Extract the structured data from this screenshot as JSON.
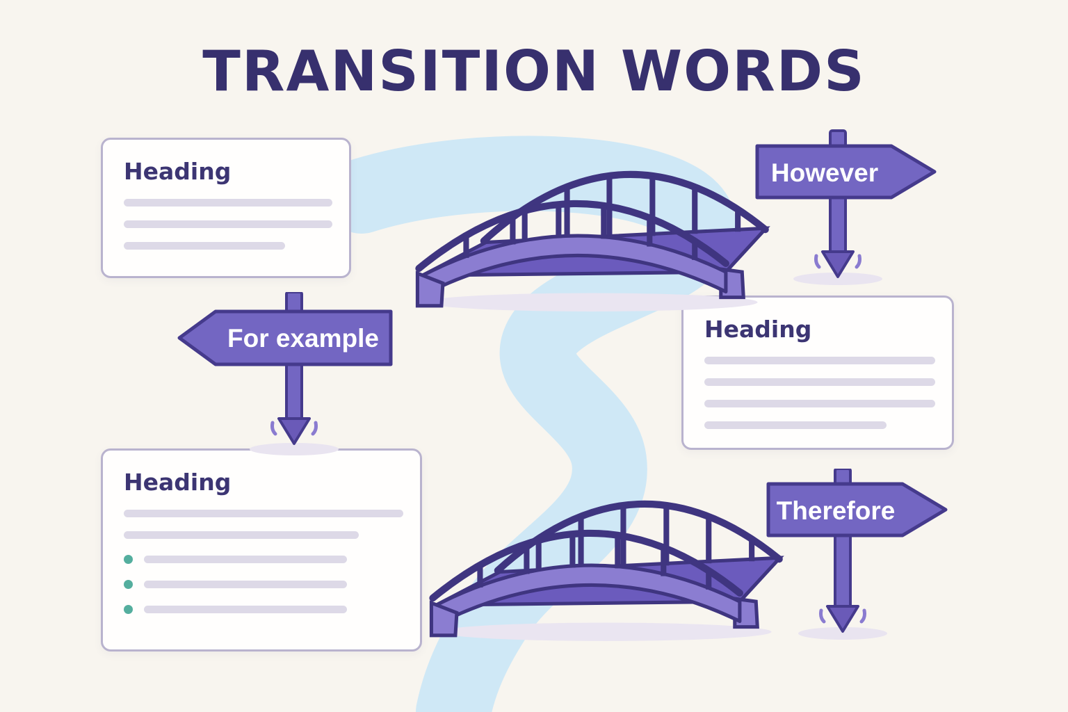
{
  "title": "TRANSITION WORDS",
  "cards": {
    "top_left": {
      "heading": "Heading",
      "placeholder_lines": 3
    },
    "right": {
      "heading": "Heading",
      "placeholder_lines": 4
    },
    "bottom_left": {
      "heading": "Heading",
      "placeholder_lines": 2,
      "bullet_items": 3
    }
  },
  "signs": {
    "however": "However",
    "for_example": "For example",
    "therefore": "Therefore"
  },
  "illustrations": {
    "bridge_count": 2,
    "river": "winding-river"
  },
  "colors": {
    "background": "#f8f5ef",
    "title_text": "#37306e",
    "sign_fill": "#7366c2",
    "sign_outline": "#453a8c",
    "sign_text": "#ffffff",
    "bridge_fill": "#8b7dd1",
    "bridge_deck": "#6b5bbd",
    "bridge_outline": "#3f3580",
    "river": "#cfe8f6",
    "card_border": "#b9b3ce",
    "card_heading": "#3c3573",
    "placeholder_line": "#ddd9e7",
    "bullet_dot": "#54ae9e",
    "shadow": "#e9e4f0"
  }
}
